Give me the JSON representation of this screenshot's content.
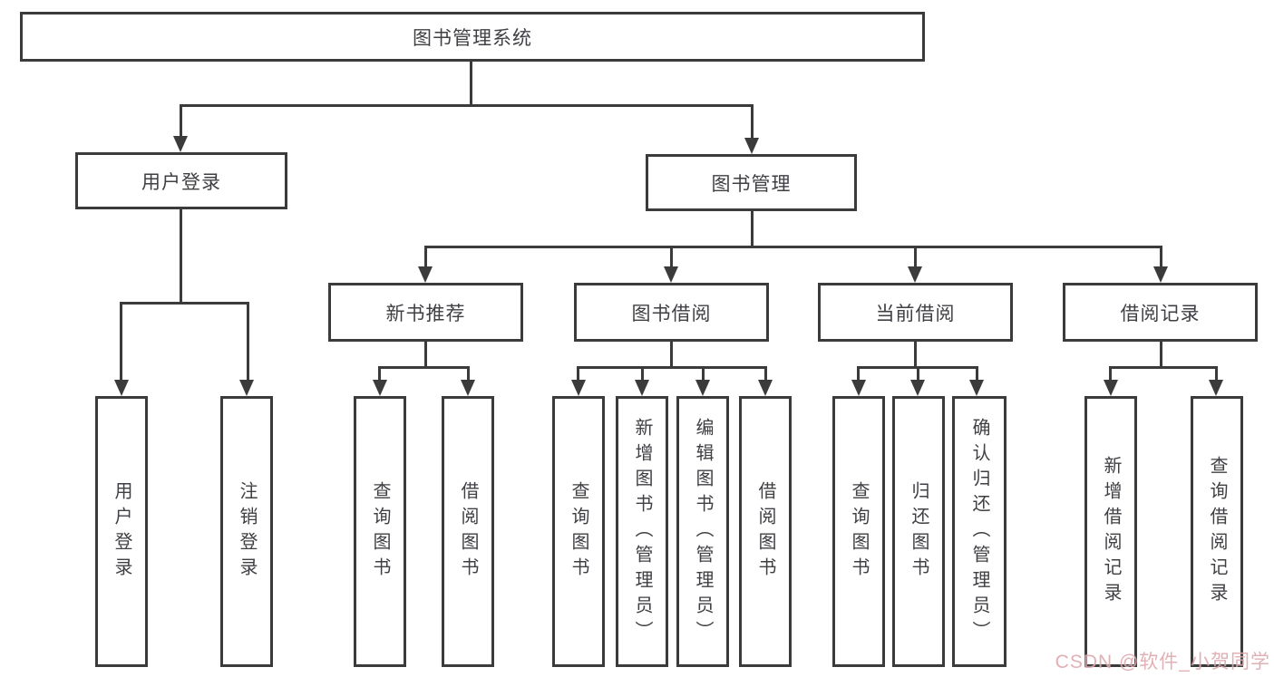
{
  "diagram": {
    "root": {
      "label": "图书管理系统"
    },
    "user_branch": {
      "label": "用户登录",
      "children": [
        {
          "label": "用户登录"
        },
        {
          "label": "注销登录"
        }
      ]
    },
    "book_branch": {
      "label": "图书管理",
      "modules": [
        {
          "label": "新书推荐",
          "children": [
            {
              "label": "查询图书"
            },
            {
              "label": "借阅图书"
            }
          ]
        },
        {
          "label": "图书借阅",
          "children": [
            {
              "label": "查询图书"
            },
            {
              "label": "新增图书（管理员）"
            },
            {
              "label": "编辑图书（管理员）"
            },
            {
              "label": "借阅图书"
            }
          ]
        },
        {
          "label": "当前借阅",
          "children": [
            {
              "label": "查询图书"
            },
            {
              "label": "归还图书"
            },
            {
              "label": "确认归还（管理员）"
            }
          ]
        },
        {
          "label": "借阅记录",
          "children": [
            {
              "label": "新增借阅记录"
            },
            {
              "label": "查询借阅记录"
            }
          ]
        }
      ]
    }
  },
  "watermark": {
    "text": "CSDN @软件_小贺同学"
  },
  "colors": {
    "line": "#3b3b3b",
    "text": "#3f3f44",
    "background": "#ffffff",
    "watermark": "#d89aa0"
  }
}
